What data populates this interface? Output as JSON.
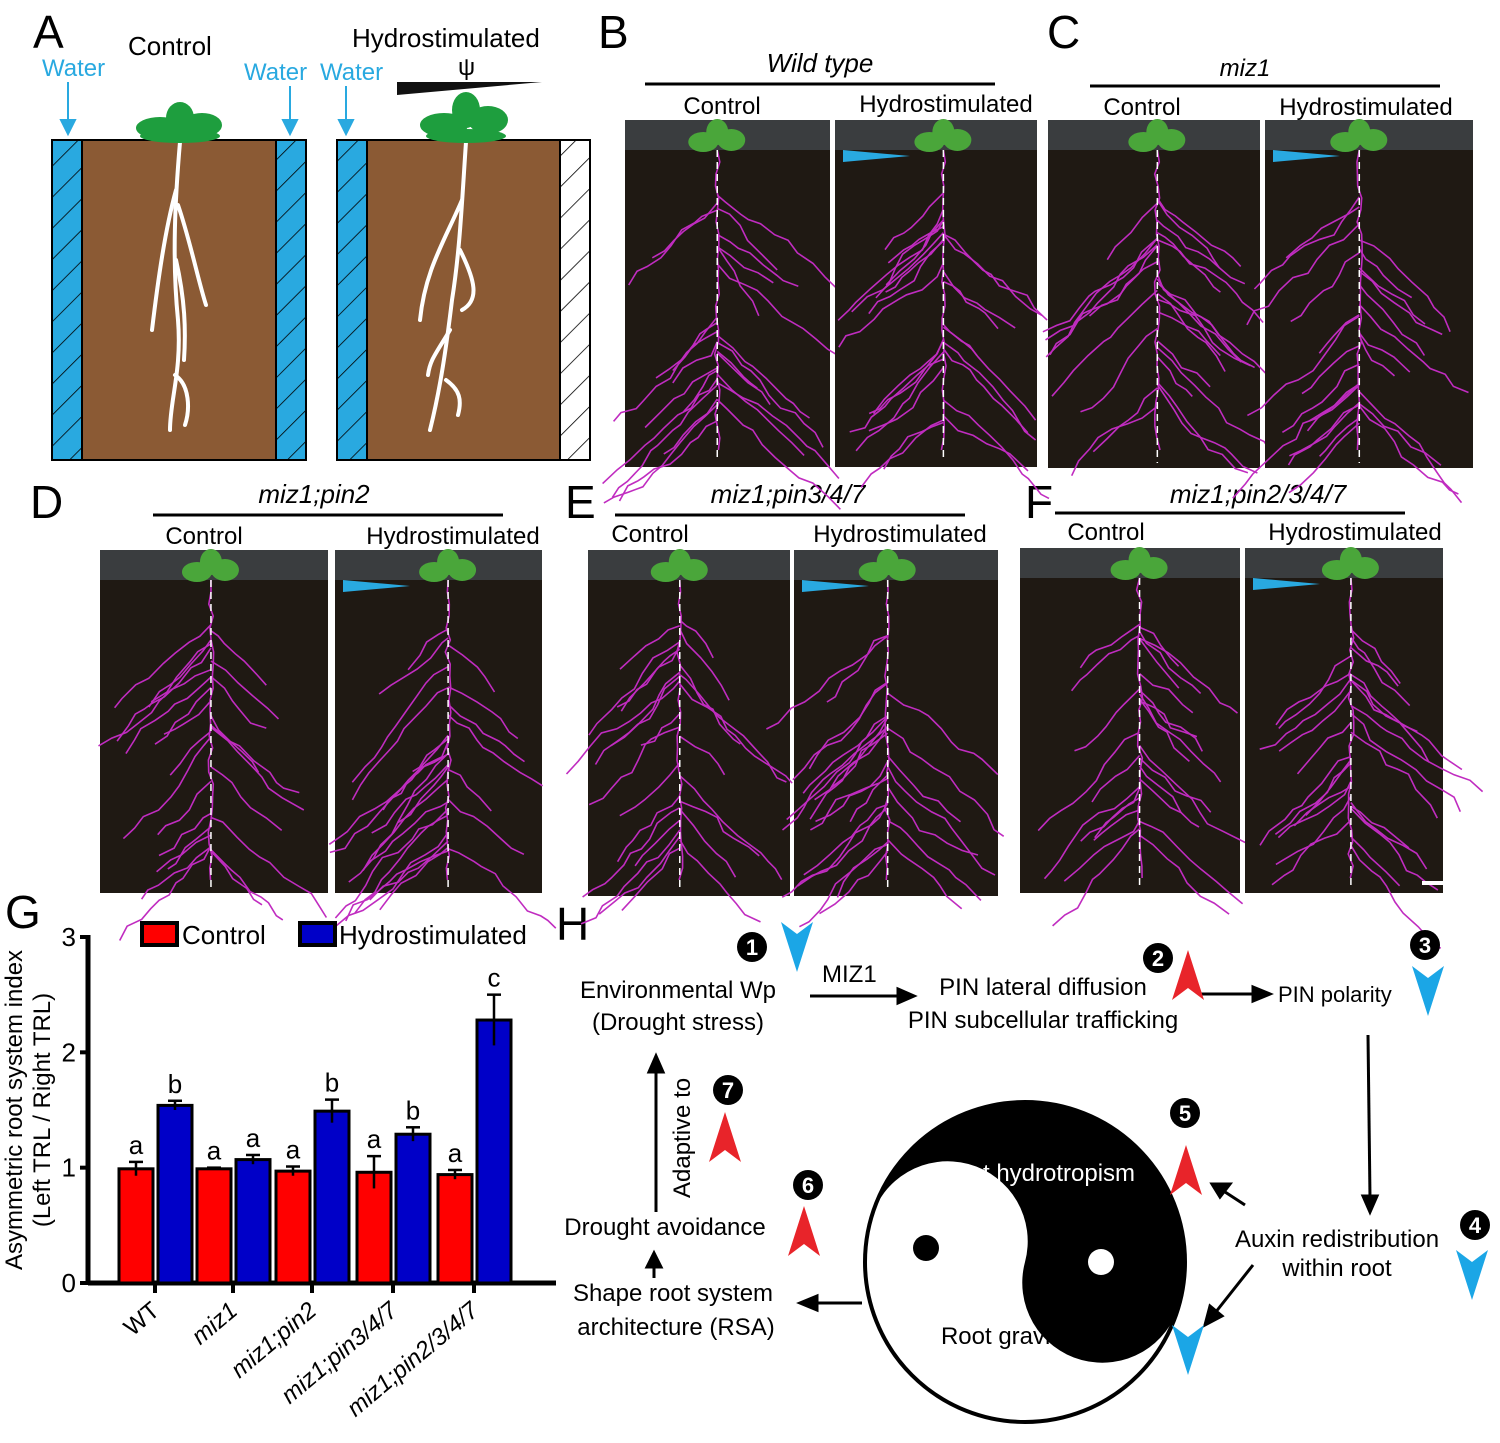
{
  "panel_labels": {
    "a": "A",
    "b": "B",
    "c": "C",
    "d": "D",
    "e": "E",
    "f": "F",
    "g": "G",
    "h": "H"
  },
  "panel_a": {
    "control": "Control",
    "hydro": "Hydrostimulated",
    "water": "Water",
    "psi": "ψ"
  },
  "panel_b": {
    "genotype": "Wild type",
    "control": "Control",
    "hydro": "Hydrostimulated"
  },
  "panel_c": {
    "genotype": "miz1",
    "control": "Control",
    "hydro": "Hydrostimulated"
  },
  "panel_d": {
    "genotype": "miz1;pin2",
    "control": "Control",
    "hydro": "Hydrostimulated"
  },
  "panel_e": {
    "genotype": "miz1;pin3/4/7",
    "control": "Control",
    "hydro": "Hydrostimulated"
  },
  "panel_f": {
    "genotype": "miz1;pin2/3/4/7",
    "control": "Control",
    "hydro": "Hydrostimulated"
  },
  "chart_data": {
    "type": "bar",
    "categories": [
      "WT",
      "miz1",
      "miz1;pin2",
      "miz1;pin3/4/7",
      "miz1;pin2/3/4/7"
    ],
    "series": [
      {
        "name": "Control",
        "color": "#ff0000",
        "values": [
          0.99,
          0.99,
          0.97,
          0.96,
          0.94
        ],
        "errors": [
          0.06,
          0.01,
          0.04,
          0.14,
          0.04
        ],
        "letters": [
          "a",
          "a",
          "a",
          "a",
          "a"
        ]
      },
      {
        "name": "Hydrostimulated",
        "color": "#0000c8",
        "values": [
          1.54,
          1.07,
          1.49,
          1.29,
          2.28
        ],
        "errors": [
          0.04,
          0.04,
          0.1,
          0.06,
          0.22
        ],
        "letters": [
          "b",
          "a",
          "b",
          "b",
          "c"
        ]
      }
    ],
    "ylabel_line1": "Asymmetric root system index",
    "ylabel_line2": "(Left TRL / Right TRL)",
    "ylim": [
      0,
      3
    ],
    "yticks": [
      "0",
      "1",
      "2",
      "3"
    ],
    "legend_position": "top",
    "grid": false
  },
  "panel_h": {
    "env_line1": "Environmental Wp",
    "env_line2": "(Drought stress)",
    "miz1": "MIZ1",
    "pin_lat": "PIN lateral diffusion",
    "pin_traf": "PIN subcellular trafficking",
    "pin_pol": "PIN polarity",
    "auxin_line1": "Auxin redistribution",
    "auxin_line2": "within root",
    "hydrotropism": "Root hydrotropism",
    "gravitropism": "Root gravitropism",
    "shape_line1": "Shape root system",
    "shape_line2": "architecture (RSA)",
    "drought_avoid": "Drought avoidance",
    "adaptive": "Adaptive to",
    "steps": [
      "1",
      "2",
      "3",
      "4",
      "5",
      "6",
      "7"
    ]
  },
  "colors": {
    "up": "#e8242a",
    "down": "#1ba6e6",
    "water": "#29a9e0",
    "soil": "#8b5a34",
    "roots": "#c02cc0"
  }
}
